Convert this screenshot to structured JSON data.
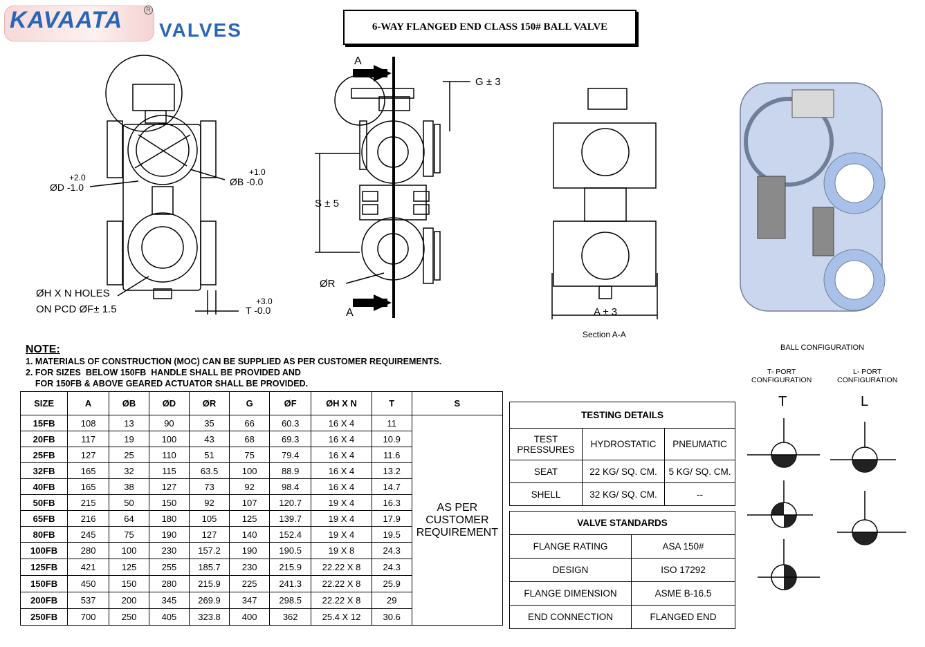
{
  "logo": {
    "brand": "KAVAATA",
    "reg": "R",
    "sub": "VALVES"
  },
  "title": "6-WAY FLANGED END CLASS 150#  BALL VALVE",
  "dims": {
    "d_tol_plus": "+2.0",
    "d_label": "ØD -1.0",
    "b_tol_plus": "+1.0",
    "b_label": "ØB -0.0",
    "holes1": "ØH X N HOLES",
    "holes2": "ON  PCD ØF± 1.5",
    "t_tol_plus": "+3.0",
    "t_label": "T -0.0",
    "a_top": "A",
    "a_bottom": "A",
    "g_label": "G  ± 3",
    "s_label": "S  ± 5",
    "r_label": "ØR",
    "a3_label": "A  ± 3",
    "section": "Section A-A"
  },
  "ball_config": {
    "title": "BALL CONFIGURATION",
    "t_port": "T- PORT\nCONFIGURATION",
    "l_port": "L- PORT\nCONFIGURATION",
    "t_letter": "T",
    "l_letter": "L"
  },
  "note": {
    "heading": "NOTE:",
    "lines": [
      "1. MATERIALS OF CONSTRUCTION (MOC) CAN BE SUPPLIED AS PER CUSTOMER REQUIREMENTS.",
      "2. FOR SIZES  BELOW 150FB  HANDLE SHALL BE PROVIDED AND",
      "    FOR 150FB & ABOVE GEARED ACTUATOR SHALL BE PROVIDED."
    ]
  },
  "size_table": {
    "headers": [
      "SIZE",
      "A",
      "ØB",
      "ØD",
      "ØR",
      "G",
      "ØF",
      "ØH X N",
      "T",
      "S"
    ],
    "s_value": "AS PER CUSTOMER REQUIREMENT",
    "rows": [
      [
        "15FB",
        "108",
        "13",
        "90",
        "35",
        "66",
        "60.3",
        "16 X 4",
        "11"
      ],
      [
        "20FB",
        "117",
        "19",
        "100",
        "43",
        "68",
        "69.3",
        "16 X 4",
        "10.9"
      ],
      [
        "25FB",
        "127",
        "25",
        "110",
        "51",
        "75",
        "79.4",
        "16 X 4",
        "11.6"
      ],
      [
        "32FB",
        "165",
        "32",
        "115",
        "63.5",
        "100",
        "88.9",
        "16 X 4",
        "13.2"
      ],
      [
        "40FB",
        "165",
        "38",
        "127",
        "73",
        "92",
        "98.4",
        "16 X 4",
        "14.7"
      ],
      [
        "50FB",
        "215",
        "50",
        "150",
        "92",
        "107",
        "120.7",
        "19 X 4",
        "16.3"
      ],
      [
        "65FB",
        "216",
        "64",
        "180",
        "105",
        "125",
        "139.7",
        "19 X 4",
        "17.9"
      ],
      [
        "80FB",
        "245",
        "75",
        "190",
        "127",
        "140",
        "152.4",
        "19 X 4",
        "19.5"
      ],
      [
        "100FB",
        "280",
        "100",
        "230",
        "157.2",
        "190",
        "190.5",
        "19 X 8",
        "24.3"
      ],
      [
        "125FB",
        "421",
        "125",
        "255",
        "185.7",
        "230",
        "215.9",
        "22.22 X 8",
        "24.3"
      ],
      [
        "150FB",
        "450",
        "150",
        "280",
        "215.9",
        "225",
        "241.3",
        "22.22 X 8",
        "25.9"
      ],
      [
        "200FB",
        "537",
        "200",
        "345",
        "269.9",
        "347",
        "298.5",
        "22.22 X 8",
        "29"
      ],
      [
        "250FB",
        "700",
        "250",
        "405",
        "323.8",
        "400",
        "362",
        "25.4 X 12",
        "30.6"
      ]
    ]
  },
  "testing": {
    "title": "TESTING DETAILS",
    "col0": "TEST PRESSURES",
    "col1": "HYDROSTATIC",
    "col2": "PNEUMATIC",
    "rows": [
      [
        "SEAT",
        "22 KG/ SQ. CM.",
        "5 KG/ SQ. CM."
      ],
      [
        "SHELL",
        "32 KG/ SQ. CM.",
        "--"
      ]
    ]
  },
  "standards": {
    "title": "VALVE STANDARDS",
    "rows": [
      [
        "FLANGE RATING",
        "ASA 150#"
      ],
      [
        "DESIGN",
        "ISO 17292"
      ],
      [
        "FLANGE DIMENSION",
        "ASME B-16.5"
      ],
      [
        "END CONNECTION",
        "FLANGED END"
      ]
    ]
  }
}
